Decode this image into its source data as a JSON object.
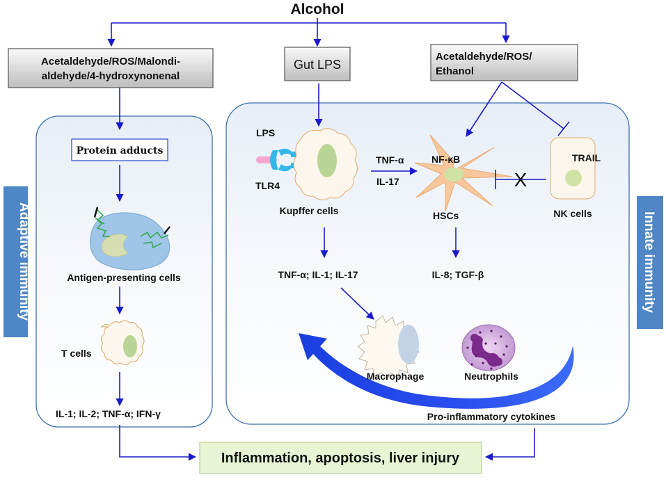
{
  "title": "Alcohol",
  "inputs": {
    "left": {
      "line1": "Acetaldehyde/ROS/Malondi-",
      "line2": "aldehyde/4-hydroxynonenal"
    },
    "middle": "Gut LPS",
    "right": {
      "line1": "Acetaldehyde/ROS/",
      "line2": "Ethanol"
    }
  },
  "adaptive": {
    "side_label": "Adaptive immunity",
    "protein_adducts": "Protein adducts",
    "apc": "Antigen-presenting cells",
    "t_cells": "T cells",
    "cytokines": "IL-1; IL-2; TNF-α; IFN-γ"
  },
  "innate": {
    "side_label": "Innate immunity",
    "lps": "LPS",
    "tlr4": "TLR4",
    "kupffer": "Kupffer cells",
    "tnf": "TNF-α",
    "il17": "IL-17",
    "nfkb": "NF-κB",
    "hscs": "HSCs",
    "trail": "TRAIL",
    "x_mark": "X",
    "nk": "NK cells",
    "kupffer_cytokines": "TNF-α; IL-1; IL-17",
    "hsc_cytokines": "IL-8; TGF-β",
    "macrophage": "Macrophage",
    "neutrophils": "Neutrophils",
    "pro_inflammatory": "Pro-inflammatory cytokines"
  },
  "outcome": "Inflammation, apoptosis, liver injury",
  "colors": {
    "arrow": "#1a1acc",
    "side_label_bg": "#4f86c6",
    "outcome_bg": "#e8f5d5",
    "curved_arrow": "#1f3fd8"
  }
}
